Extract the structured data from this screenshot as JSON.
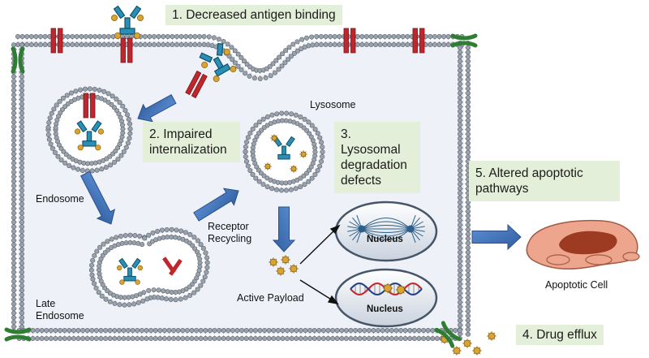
{
  "steps": {
    "step1": "1. Decreased antigen binding",
    "step2_line1": "2. Impaired",
    "step2_line2": "internalization",
    "step3_line1": "3. Lysosomal",
    "step3_line2": "degradation",
    "step3_line3": "defects",
    "step4": "4. Drug efflux",
    "step5_line1": "5. Altered apoptotic",
    "step5_line2": "pathways"
  },
  "labels": {
    "lysosome": "Lysosome",
    "endosome": "Endosome",
    "late_endosome_line1": "Late",
    "late_endosome_line2": "Endosome",
    "receptor_recycling_line1": "Receptor",
    "receptor_recycling_line2": "Recycling",
    "active_payload": "Active Payload",
    "nucleus_top": "Nucleus",
    "nucleus_bottom": "Nucleus",
    "apoptotic_cell": "Apoptotic Cell"
  },
  "colors": {
    "cytoplasm": "#eef2f8",
    "membrane_head": "#9aa2ad",
    "receptor": "#c0272d",
    "antibody": "#2a8fb5",
    "payload": "#d9a431",
    "arrow": "#3f6fb6",
    "efflux_pump": "#2e7d32",
    "step_box": "#e3efd8",
    "apoptotic_cell": "#e8a089",
    "apoptotic_nucleus": "#9c3a22"
  }
}
